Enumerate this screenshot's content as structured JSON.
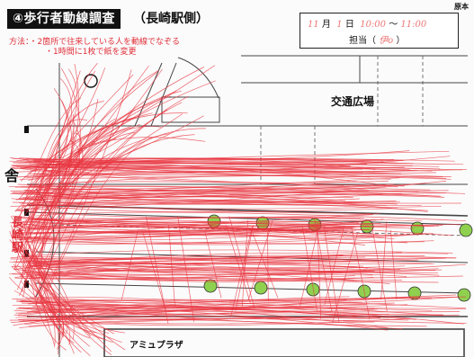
{
  "header": {
    "title": "④歩行者動線調査",
    "subtitle": "（長崎駅側）",
    "original_tag": "原本"
  },
  "method": {
    "label": "方法：",
    "line1": "・2箇所で往来している人を動線でなぞる",
    "line2": "・1時間に1枚で紙を変更"
  },
  "time_box": {
    "month_value": "11",
    "month_label": "月",
    "day_value": "1",
    "day_label": "日",
    "start_time": "10:00",
    "separator": "〜",
    "end_time": "11:00",
    "person_label": "担当（",
    "person_value": "伊o",
    "person_close": "）"
  },
  "map": {
    "plaza_label": "交通広場",
    "amu_label": "アミュプラザ",
    "left_label_1": "舎",
    "left_label_2": "長崎駅",
    "trace_color": "#e8343f",
    "tree_color": "#8fd14f"
  }
}
